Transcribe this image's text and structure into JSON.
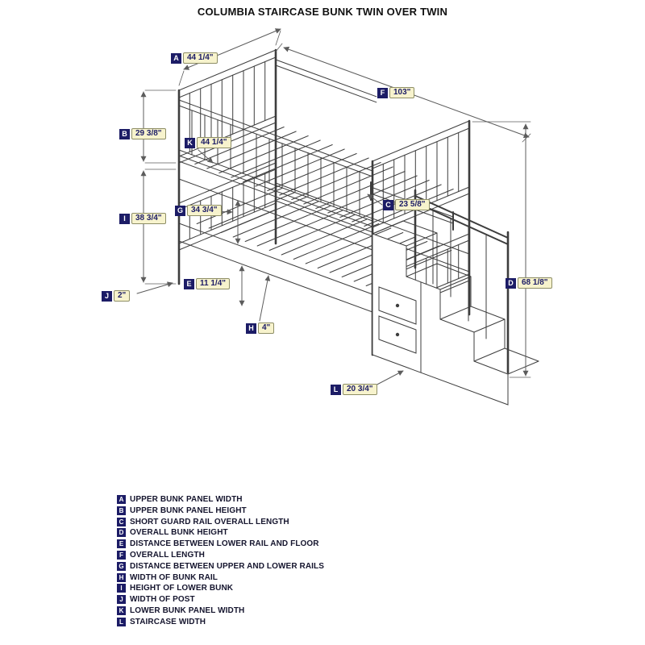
{
  "title": "COLUMBIA STAIRCASE BUNK TWIN OVER TWIN",
  "colors": {
    "badge": "#1c1c66",
    "pill_bg": "#f7f3cd",
    "pill_border": "#8e8e66",
    "line_art": "#3d3d3d"
  },
  "callouts": {
    "A": {
      "letter": "A",
      "value": "44 1/4\""
    },
    "B": {
      "letter": "B",
      "value": "29 3/8\""
    },
    "C": {
      "letter": "C",
      "value": "23 5/8\""
    },
    "D": {
      "letter": "D",
      "value": "68 1/8\""
    },
    "E": {
      "letter": "E",
      "value": "11 1/4\""
    },
    "F": {
      "letter": "F",
      "value": "103\""
    },
    "G": {
      "letter": "G",
      "value": "34 3/4\""
    },
    "H": {
      "letter": "H",
      "value": "4\""
    },
    "I": {
      "letter": "I",
      "value": "38 3/4\""
    },
    "J": {
      "letter": "J",
      "value": "2\""
    },
    "K": {
      "letter": "K",
      "value": "44 1/4\""
    },
    "L": {
      "letter": "L",
      "value": "20 3/4\""
    }
  },
  "legend": {
    "items": [
      {
        "letter": "A",
        "label": "UPPER BUNK PANEL WIDTH"
      },
      {
        "letter": "B",
        "label": "UPPER BUNK PANEL HEIGHT"
      },
      {
        "letter": "C",
        "label": "SHORT GUARD RAIL OVERALL LENGTH"
      },
      {
        "letter": "D",
        "label": "OVERALL BUNK HEIGHT"
      },
      {
        "letter": "E",
        "label": "DISTANCE BETWEEN LOWER RAIL AND FLOOR"
      },
      {
        "letter": "F",
        "label": "OVERALL LENGTH"
      },
      {
        "letter": "G",
        "label": "DISTANCE BETWEEN UPPER AND LOWER RAILS"
      },
      {
        "letter": "H",
        "label": "WIDTH OF BUNK RAIL"
      },
      {
        "letter": "I",
        "label": "HEIGHT OF LOWER BUNK"
      },
      {
        "letter": "J",
        "label": "WIDTH OF POST"
      },
      {
        "letter": "K",
        "label": "LOWER BUNK PANEL WIDTH"
      },
      {
        "letter": "L",
        "label": "STAIRCASE WIDTH"
      }
    ]
  }
}
